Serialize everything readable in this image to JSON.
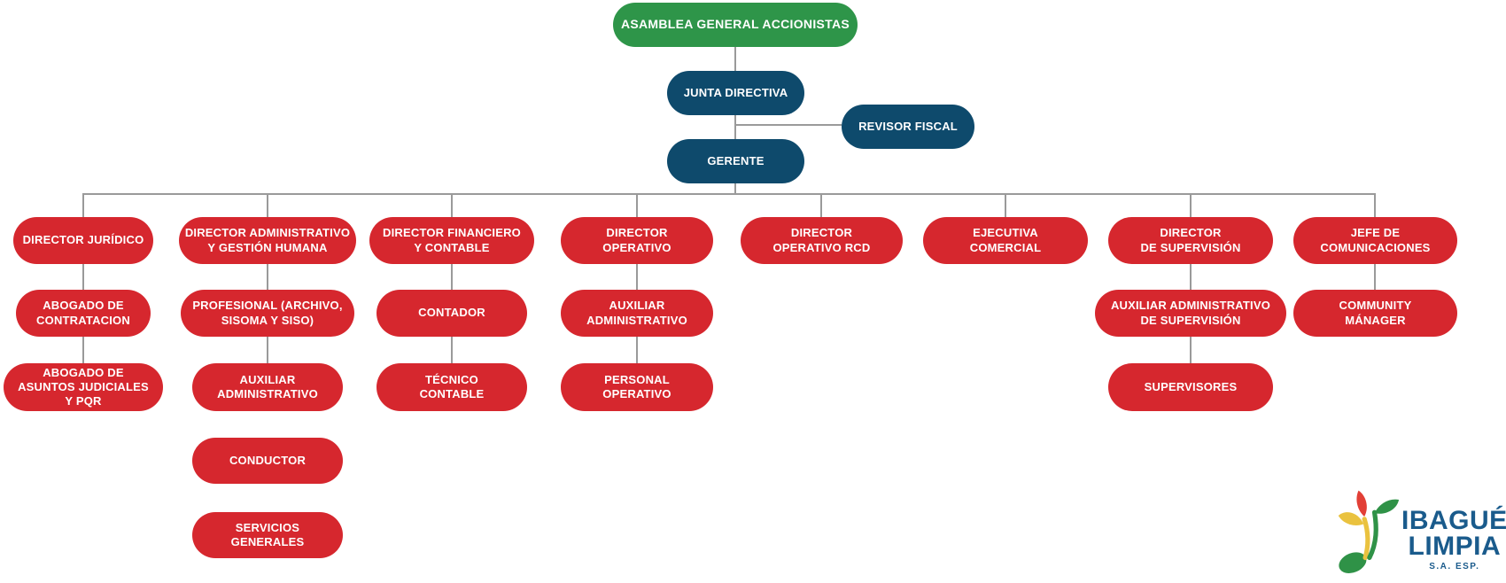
{
  "colors": {
    "asamblea_green": "#2e9549",
    "board_blue": "#0e4a6c",
    "role_red": "#d6272e",
    "connector_gray": "#9a9a9a",
    "logo_blue": "#1a5b8c",
    "logo_leaf_red": "#e23f36",
    "logo_leaf_yellow": "#eac23f",
    "logo_leaf_green": "#2f9247"
  },
  "top": {
    "asamblea": {
      "label": "ASAMBLEA GENERAL ACCIONISTAS"
    },
    "junta_directiva": {
      "label": "JUNTA DIRECTIVA"
    },
    "revisor_fiscal": {
      "label": "REVISOR FISCAL"
    },
    "gerente": {
      "label": "GERENTE"
    }
  },
  "columns": [
    {
      "director": {
        "label": "DIRECTOR JURÍDICO"
      },
      "children": [
        {
          "label": "ABOGADO DE\nCONTRATACION",
          "connected": true
        },
        {
          "label": "ABOGADO DE\nASUNTOS JUDICIALES\nY PQR",
          "connected": true
        }
      ]
    },
    {
      "director": {
        "label": "DIRECTOR ADMINISTRATIVO\nY GESTIÓN HUMANA"
      },
      "children": [
        {
          "label": "PROFESIONAL (ARCHIVO,\nSISOMA Y SISO)",
          "connected": true
        },
        {
          "label": "AUXILIAR\nADMINISTRATIVO",
          "connected": true
        },
        {
          "label": "CONDUCTOR",
          "connected": false
        },
        {
          "label": "SERVICIOS\nGENERALES",
          "connected": false
        }
      ]
    },
    {
      "director": {
        "label": "DIRECTOR FINANCIERO\nY CONTABLE"
      },
      "children": [
        {
          "label": "CONTADOR",
          "connected": true
        },
        {
          "label": "TÉCNICO\nCONTABLE",
          "connected": true
        }
      ]
    },
    {
      "director": {
        "label": "DIRECTOR\nOPERATIVO"
      },
      "children": [
        {
          "label": "AUXILIAR\nADMINISTRATIVO",
          "connected": true
        },
        {
          "label": "PERSONAL\nOPERATIVO",
          "connected": true
        }
      ]
    },
    {
      "director": {
        "label": "DIRECTOR\nOPERATIVO RCD"
      },
      "children": []
    },
    {
      "director": {
        "label": "EJECUTIVA\nCOMERCIAL"
      },
      "children": []
    },
    {
      "director": {
        "label": "DIRECTOR\nDE SUPERVISIÓN"
      },
      "children": [
        {
          "label": "AUXILIAR ADMINISTRATIVO\nDE SUPERVISIÓN",
          "connected": true
        },
        {
          "label": "SUPERVISORES",
          "connected": true
        }
      ]
    },
    {
      "director": {
        "label": "JEFE DE\nCOMUNICACIONES"
      },
      "children": [
        {
          "label": "COMMUNITY\nMÁNAGER",
          "connected": true
        }
      ]
    }
  ],
  "logo": {
    "name_line1": "IBAGUÉ",
    "name_line2": "LIMPIA",
    "suffix": "S.A. ESP."
  }
}
